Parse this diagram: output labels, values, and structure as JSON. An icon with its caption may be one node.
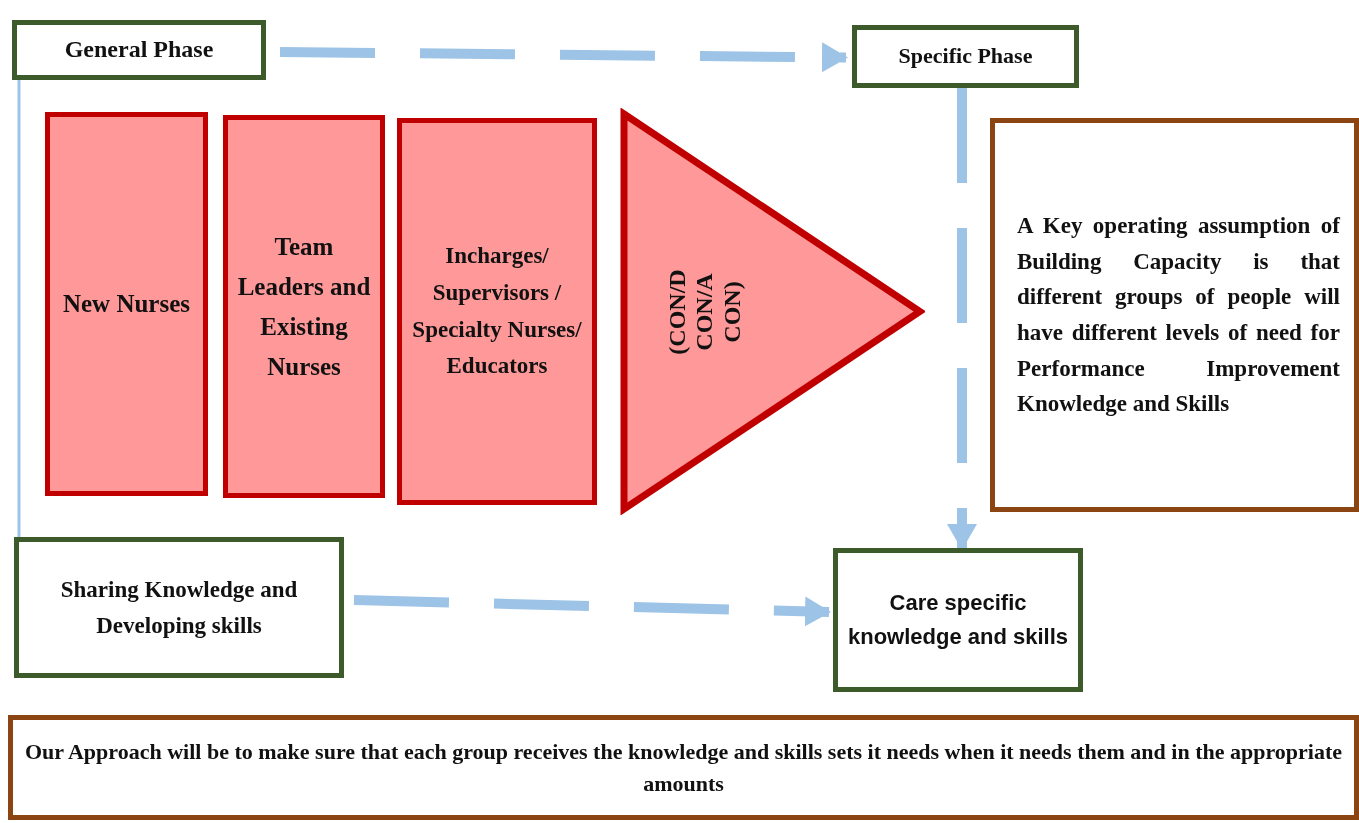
{
  "diagram": {
    "nodes": [
      {
        "text": [
          "General Phase"
        ]
      },
      {
        "text": [
          "Specific Phase"
        ]
      },
      {
        "text": [
          "New Nurses"
        ]
      },
      {
        "text": [
          "Team Leaders and Existing Nurses"
        ]
      },
      {
        "text": [
          "Incharges/ Supervisors / Specialty Nurses/ Educators"
        ]
      },
      {
        "text": [
          "(CON/D CON/A CON)"
        ]
      },
      {
        "text": [
          "A Key operating assumption of Building Capacity is that different groups of people will have different levels of need for Performance Improvement Knowledge and Skills"
        ]
      },
      {
        "text": [
          "Sharing Knowledge and Developing skills"
        ]
      },
      {
        "text": [
          "Care specific knowledge and skills"
        ]
      },
      {
        "text": [
          "Our Approach will be to make sure that each group receives the knowledge and skills sets it needs when it needs them and in the appropriate amounts"
        ]
      }
    ],
    "edges": [
      {
        "from": 0,
        "to": 1,
        "arrow": "to",
        "style": "dashed"
      },
      {
        "from": 1,
        "to": 8,
        "arrow": "to",
        "style": "dashed"
      },
      {
        "from": 0,
        "to": 7,
        "arrow": "none"
      },
      {
        "from": 7,
        "to": 8,
        "arrow": "to",
        "style": "dashed"
      }
    ]
  }
}
